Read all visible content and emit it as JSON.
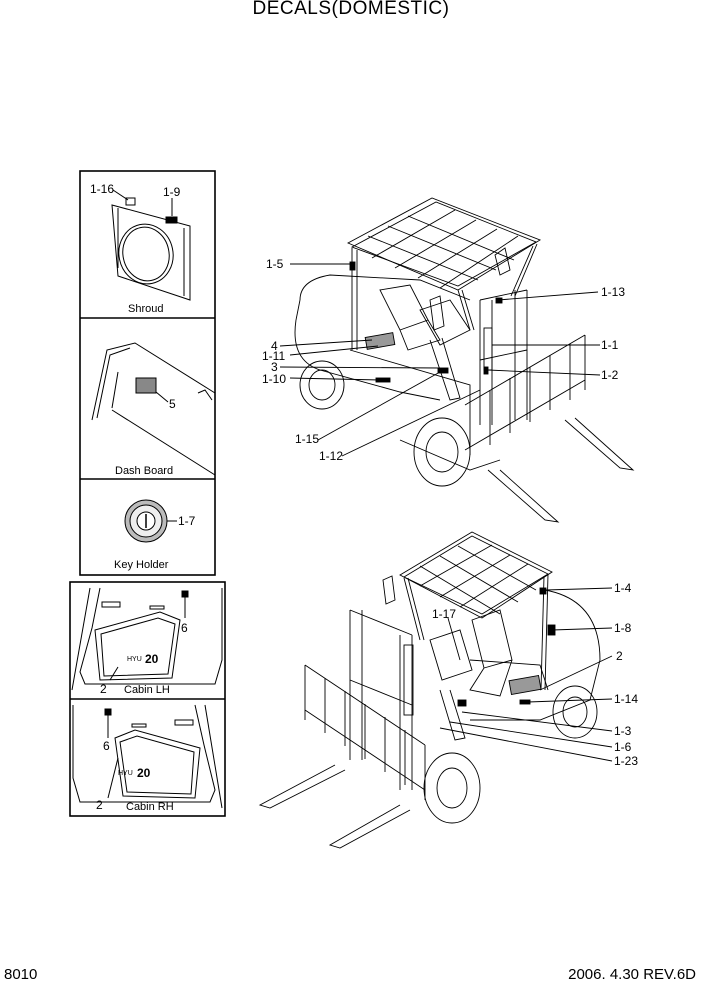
{
  "title": "DECALS(DOMESTIC)",
  "footer": {
    "page": "8010",
    "revision": "2006. 4.30 REV.6D"
  },
  "panels": {
    "shroud": {
      "caption": "Shroud",
      "callouts": [
        "1-16",
        "1-9"
      ]
    },
    "dash_board": {
      "caption": "Dash Board",
      "callouts": [
        "5"
      ]
    },
    "key_holder": {
      "caption": "Key Holder",
      "callouts": [
        "1-7"
      ]
    },
    "cabin_lh": {
      "caption": "Cabin LH",
      "callouts": [
        "6",
        "2"
      ]
    },
    "cabin_rh": {
      "caption": "Cabin RH",
      "callouts": [
        "6",
        "2"
      ]
    }
  },
  "top_forklift": {
    "left_callouts": [
      "1-5",
      "4",
      "1-11",
      "3",
      "1-10",
      "1-15",
      "1-12"
    ],
    "right_callouts": [
      "1-13",
      "1-1",
      "1-2"
    ]
  },
  "bottom_forklift": {
    "left_callouts": [
      "1-17"
    ],
    "right_callouts": [
      "1-4",
      "1-8",
      "2",
      "1-14",
      "1-3",
      "1-6",
      "1-23"
    ]
  }
}
